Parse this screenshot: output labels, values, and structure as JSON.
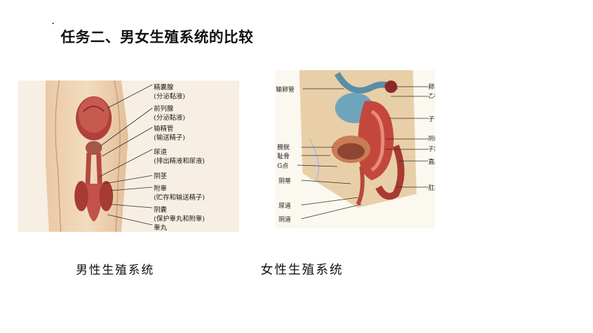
{
  "page_title": "任务二、男女生殖系统的比较",
  "male": {
    "caption": "男性生殖系统",
    "labels": [
      "精囊腺",
      "(分泌黏液)",
      "前列腺",
      "(分泌黏液)",
      "输精管",
      "(输送精子)",
      "尿道",
      "(排出精液和尿液)",
      "阴茎",
      "附睾",
      "(贮存和输送精子)",
      "阴囊",
      "(保护睾丸和附睾)",
      "睾丸"
    ]
  },
  "female": {
    "caption": "女性生殖系统",
    "left_labels": [
      "输卵管",
      "膀胱",
      "耻骨",
      "G点",
      "阴蒂",
      "尿道",
      "阴道"
    ],
    "right_labels": [
      "卵巢",
      "乙状结肠",
      "子宫",
      "阴道穹窿",
      "子宫颈",
      "直肠",
      "肛门"
    ]
  }
}
